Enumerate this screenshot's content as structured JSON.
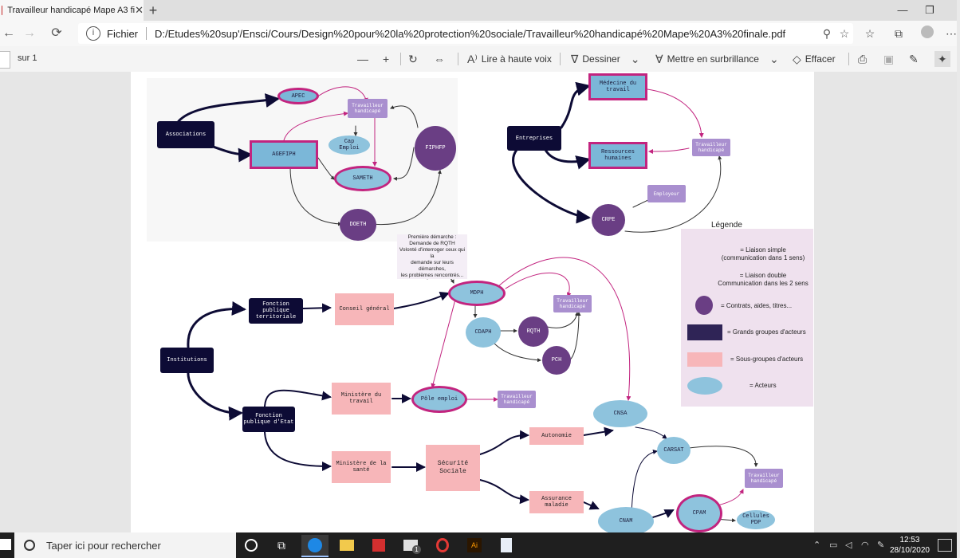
{
  "browser": {
    "tab_title": "Travailleur handicapé Mape A3 fi",
    "tab_close": "✕",
    "new_tab": "+",
    "window_buttons": [
      "—",
      "❐"
    ],
    "nav": {
      "back": "←",
      "forward": "→",
      "refresh": "⟳"
    },
    "file_label": "Fichier",
    "url": "D:/Etudes%20sup'/Ensci/Cours/Design%20pour%20la%20protection%20sociale/Travailleur%20handicapé%20Mape%20A3%20finale.pdf"
  },
  "pdf_toolbar": {
    "page_of": "sur 1",
    "read_aloud": "Lire à haute voix",
    "draw": "Dessiner",
    "highlight": "Mettre en surbrillance",
    "erase": "Effacer"
  },
  "diagram": {
    "top_left": {
      "associations": "Associations",
      "apec": "APEC",
      "agefiph": "AGEFIPH",
      "travailleur": "Travailleur\nhandicapé",
      "cap_emploi": "Cap\nEmploi",
      "sameth": "SAMETH",
      "fiphfp": "FIPHFP",
      "doeth": "DOETH"
    },
    "top_right": {
      "entreprises": "Entreprises",
      "medecine": "Médecine du\ntravail",
      "rh": "Ressources\nhumaines",
      "travailleur": "Travailleur\nhandicapé",
      "employeur": "Employeur",
      "crpe": "CRPE"
    },
    "note": "Première démarche :\nDemande de RQTH\nVolonté d'interroger ceux qui la\ndemande sur leurs démarches,\nles problèmes rencontrés...",
    "bottom": {
      "institutions": "Institutions",
      "fpt": "Fonction\npublique\nterritoriale",
      "conseil": "Conseil général",
      "mdph": "MDPH",
      "travailleur1": "Travailleur\nhandicapé",
      "cdaph": "CDAPH",
      "rqth": "RQTH",
      "pch": "PCH",
      "fpe": "Fonction\npublique d'Etat",
      "min_travail": "Ministère du\ntravail",
      "pole_emploi": "Pôle emploi",
      "travailleur2": "Travailleur\nhandicapé",
      "cnsa": "CNSA",
      "min_sante": "Ministère de la\nsanté",
      "secu": "Sécurité\nSociale",
      "autonomie": "Autonomie",
      "carsat": "CARSAT",
      "assurance": "Assurance\nmaladie",
      "travailleur3": "Travailleur\nhandicapé",
      "cnam": "CNAM",
      "cpam": "CPAM",
      "cellules": "Cellules\nPDP"
    },
    "legend": {
      "title": "Légende",
      "simple": "= Liaison simple\n(communication dans 1 sens)",
      "double": "= Liaison double\nCommunication dans les 2 sens",
      "contrats": "= Contrats, aides, titres...",
      "grands": "= Grands groupes d'acteurs",
      "sous": "= Sous-groupes d'acteurs",
      "acteurs": "= Acteurs"
    }
  },
  "taskbar": {
    "search_placeholder": "Taper ici pour rechercher",
    "time": "12:53",
    "date": "28/10/2020",
    "badge": "1"
  },
  "colors": {
    "dark": "#0d0b35",
    "magenta": "#c2247f",
    "blue": "#7bb7d8",
    "purple": "#6a3e84",
    "lavender": "#a98fcf",
    "pink": "#f7b6b9"
  }
}
